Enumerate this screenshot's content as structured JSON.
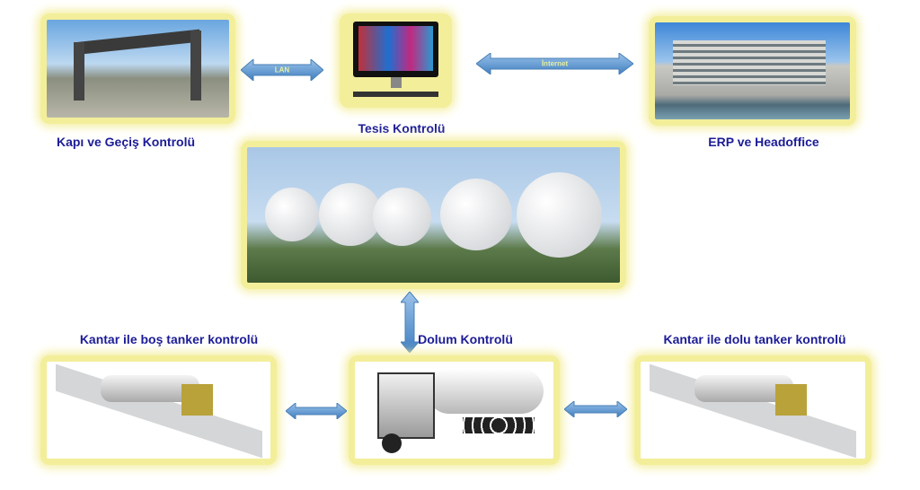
{
  "nodes": {
    "gate": {
      "label": "Kapı ve Geçiş Kontrolü"
    },
    "facility": {
      "label": "Tesis Kontrolü"
    },
    "erp": {
      "label": "ERP ve Headoffice"
    },
    "empty_weigh": {
      "label": "Kantar ile boş tanker kontrolü"
    },
    "filling": {
      "label": "Dolum Kontrolü"
    },
    "full_weigh": {
      "label": "Kantar ile dolu tanker kontrolü"
    }
  },
  "connections": {
    "lan": "LAN",
    "internet": "İnternet"
  },
  "colors": {
    "label": "#1c1c96",
    "arrow": "#5b9bd5",
    "frame": "#f3ee9a"
  }
}
